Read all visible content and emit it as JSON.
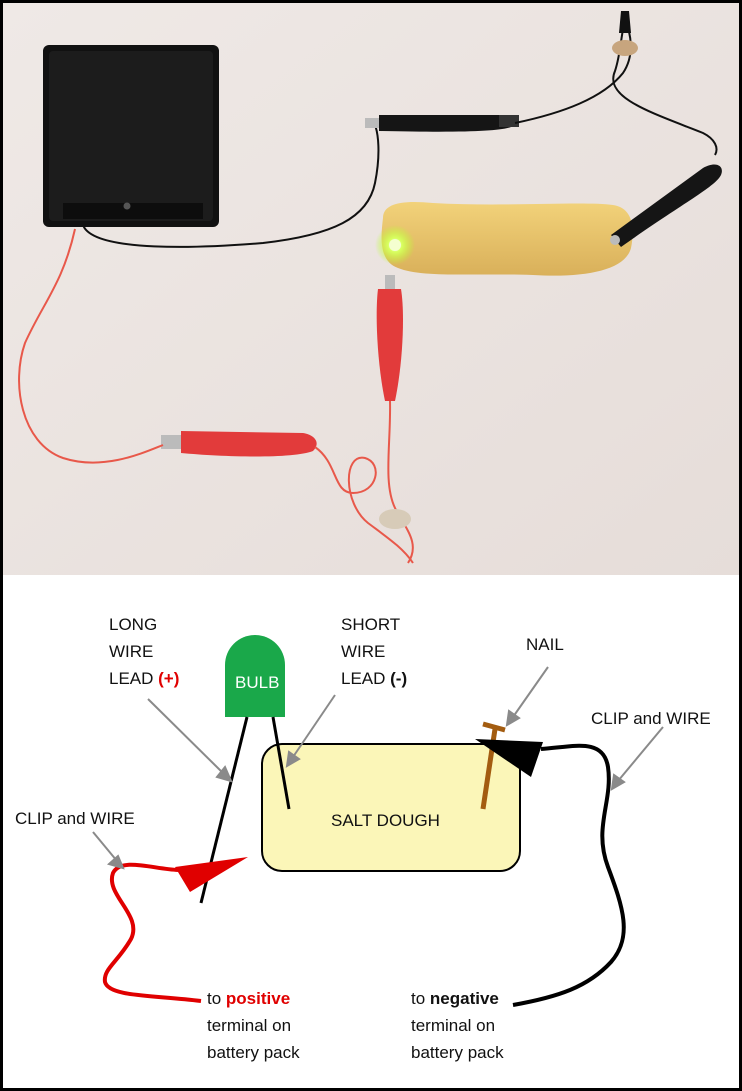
{
  "photo": {
    "description_alt": "",
    "led_color": "#b6ff2a"
  },
  "diagram": {
    "bulb_label": "BULB",
    "bulb_color": "#1aa84a",
    "dough_label": "SALT DOUGH",
    "dough_color": "#fbf6b8",
    "nail_label": "NAIL",
    "nail_color": "#a35c10",
    "positive_color": "#e00000",
    "negative_color": "#000000",
    "long_lead": {
      "line1": "LONG",
      "line2": "WIRE",
      "line3_text": "LEAD ",
      "line3_sign": "(+)"
    },
    "short_lead": {
      "line1": "SHORT",
      "line2": "WIRE",
      "line3_text": "LEAD ",
      "line3_sign": "(-)"
    },
    "clip_left": "CLIP and WIRE",
    "clip_right": "CLIP and WIRE",
    "positive_terminal": {
      "prefix": "to ",
      "word": "positive",
      "line2": "terminal on",
      "line3": "battery pack"
    },
    "negative_terminal": {
      "prefix": "to ",
      "word": "negative",
      "line2": "terminal on",
      "line3": "battery pack"
    }
  }
}
